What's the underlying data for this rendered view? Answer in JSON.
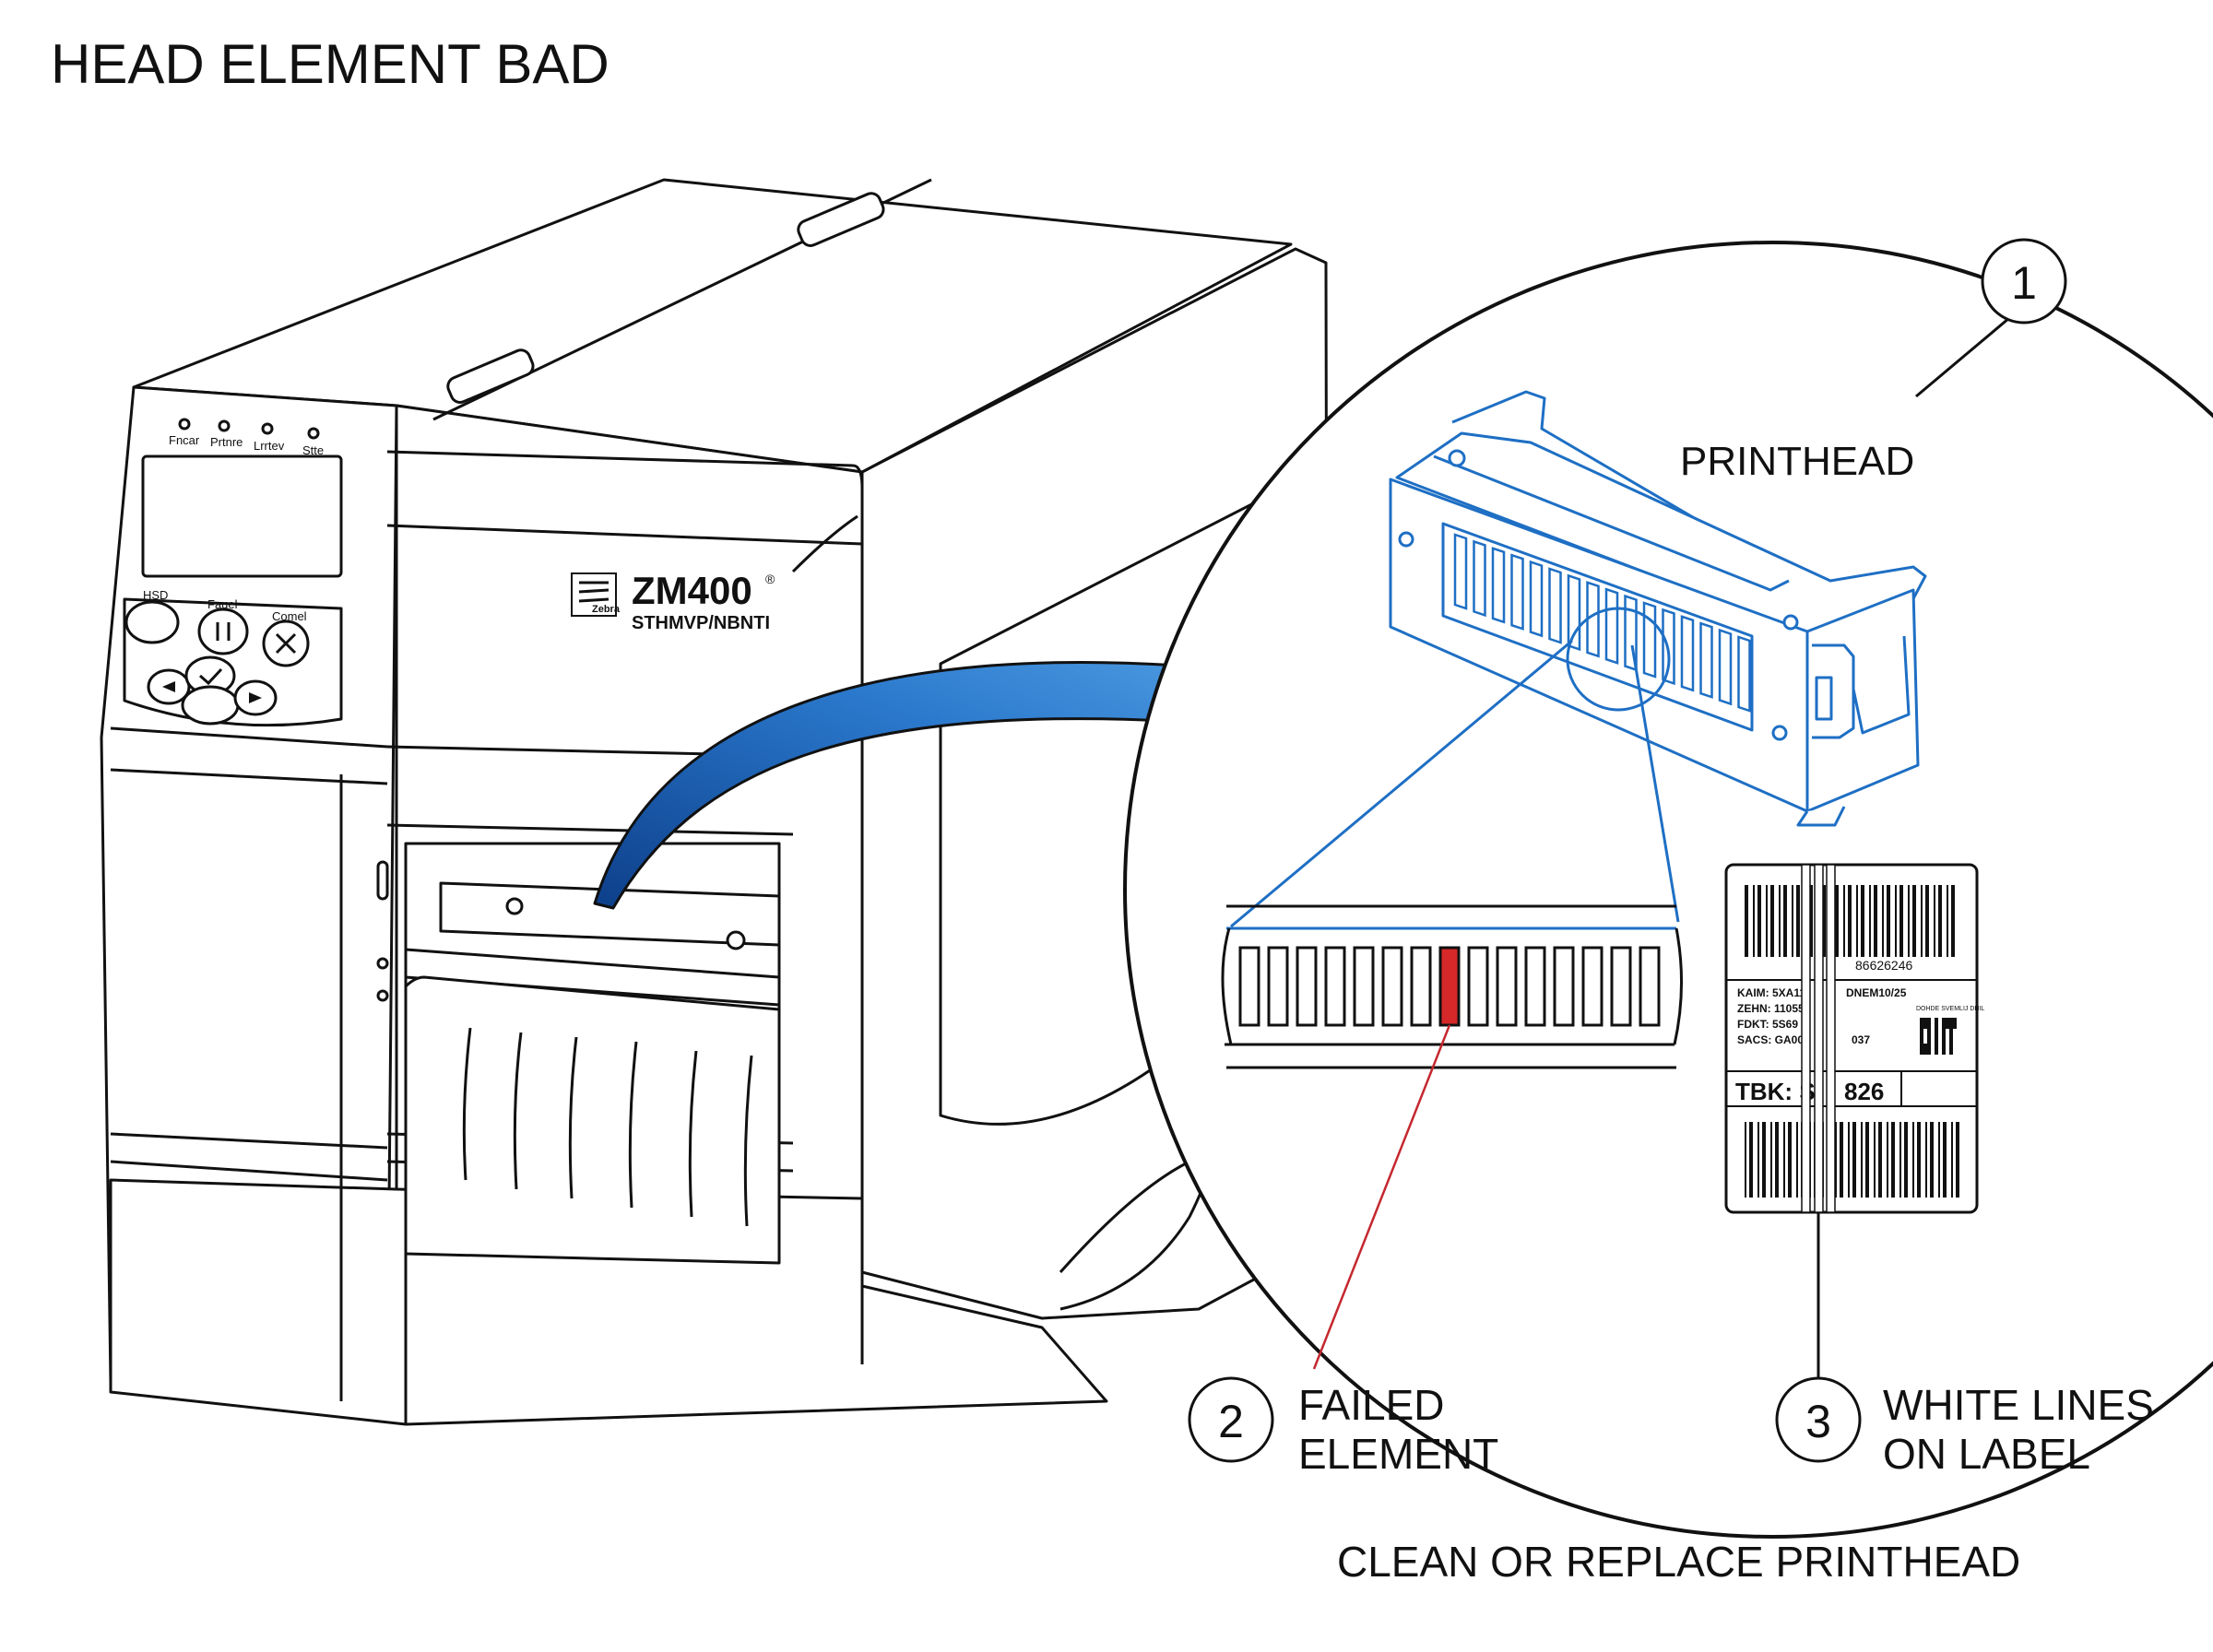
{
  "title": "HEAD ELEMENT BAD",
  "printer": {
    "indicators": [
      "Fncar",
      "Prtnre",
      "Lrrtev",
      "Stte"
    ],
    "buttons": [
      "HSD",
      "Fauel",
      "Comel"
    ],
    "model": "ZM400",
    "model_mark": "®",
    "subtitle": "STHMVP/NBNTI",
    "brand": "Zebra"
  },
  "callouts": [
    {
      "number": "1",
      "label_lines": [
        "PRINTHEAD"
      ]
    },
    {
      "number": "2",
      "label_lines": [
        "FAILED",
        "ELEMENT"
      ]
    },
    {
      "number": "3",
      "label_lines": [
        "WHITE LINES",
        "ON LABEL"
      ]
    }
  ],
  "label_sample": {
    "barcode_number": "86626246",
    "info_lines": [
      "KAIM: 5XA11",
      "ZEHN: 11055",
      "FDKT: 5S69",
      "SACS: GA00"
    ],
    "info_tail": [
      "DNEM10/25",
      "",
      "",
      "037"
    ],
    "side_text": "DOHDE SVEMLIJ DHIL",
    "tbk": "TBK: S",
    "tbk_tail": "826"
  },
  "footer": "CLEAN OR REPLACE PRINTHEAD",
  "colors": {
    "line": "#111111",
    "blue": "#1e6fc4",
    "arrow_dark": "#0d3f8a",
    "arrow_light": "#5aa8e8",
    "red": "#d62828",
    "red_line": "#c4282e"
  }
}
